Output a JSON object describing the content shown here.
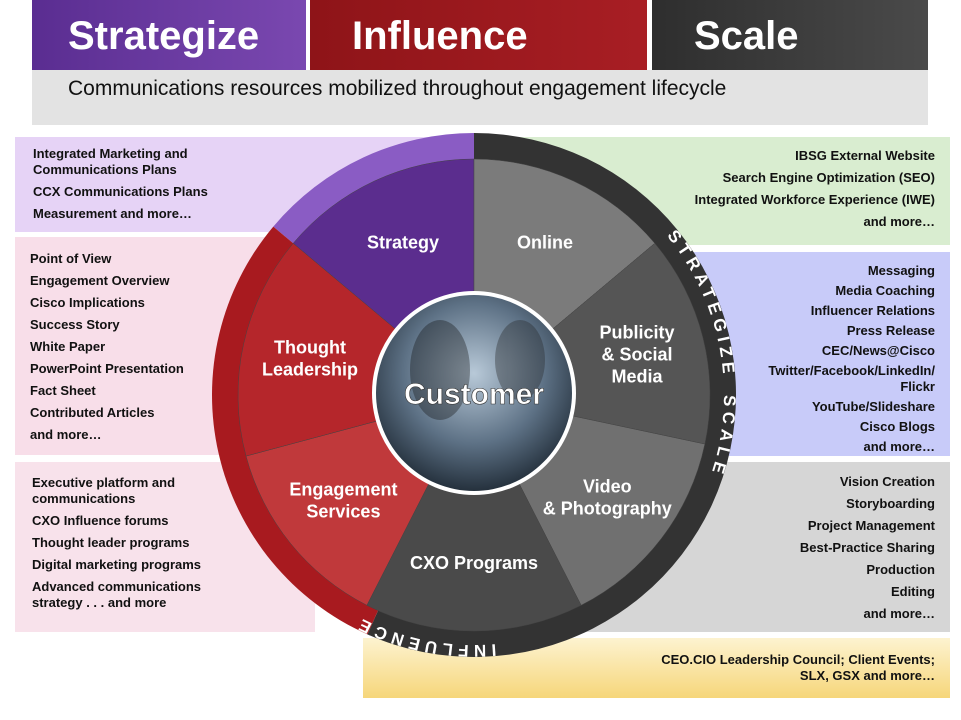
{
  "header": {
    "strategize": "Strategize",
    "influence": "Influence",
    "scale": "Scale",
    "subtitle": "Communications resources mobilized throughout engagement lifecycle"
  },
  "panels": {
    "strategize": [
      "Integrated Marketing and Communications Plans",
      "CCX Communications Plans",
      "Measurement and more…"
    ],
    "thought": [
      "Point of View",
      "Engagement Overview",
      "Cisco Implications",
      "Success Story",
      "White Paper",
      "PowerPoint Presentation",
      "Fact Sheet",
      "Contributed Articles",
      "and more…"
    ],
    "engagement": [
      "Executive platform and communications",
      "CXO Influence forums",
      "Thought leader programs",
      "Digital marketing programs",
      "Advanced communications strategy . . . and more"
    ],
    "online": [
      "IBSG External Website",
      "Search Engine Optimization (SEO)",
      "Integrated Workforce Experience (IWE)",
      "and more…"
    ],
    "publicity": [
      "Messaging",
      "Media Coaching",
      "Influencer Relations",
      "Press Release",
      "CEC/News@Cisco",
      "Twitter/Facebook/LinkedIn/ Flickr",
      "YouTube/Slideshare",
      "Cisco Blogs",
      "and more…"
    ],
    "video": [
      "Vision Creation",
      "Storyboarding",
      "Project Management",
      "Best-Practice Sharing",
      "Production",
      "Editing",
      "and more…"
    ],
    "cxo": [
      "CEO.CIO Leadership Council; Client Events; SLX, GSX and more…"
    ]
  },
  "wheel": {
    "center": "Customer",
    "rings": {
      "strategize": "STRATEGIZE",
      "influence": "INFLUENCE",
      "scale": "SCALE"
    },
    "segments": [
      {
        "label": "Strategy",
        "from": 310,
        "to": 360,
        "color": "#5b2d8e"
      },
      {
        "label": "Online",
        "from": 0,
        "to": 50,
        "color": "#7b7b7b"
      },
      {
        "label": "Publicity & Social Media",
        "from": 50,
        "to": 102,
        "color": "#555555"
      },
      {
        "label": "Video & Photography",
        "from": 102,
        "to": 153,
        "color": "#707070"
      },
      {
        "label": "CXO Programs",
        "from": 153,
        "to": 207,
        "color": "#4a4a4a"
      },
      {
        "label": "Engagement Services",
        "from": 207,
        "to": 255,
        "color": "#c0393b"
      },
      {
        "label": "Thought Leadership",
        "from": 255,
        "to": 310,
        "color": "#b5262b"
      }
    ]
  }
}
